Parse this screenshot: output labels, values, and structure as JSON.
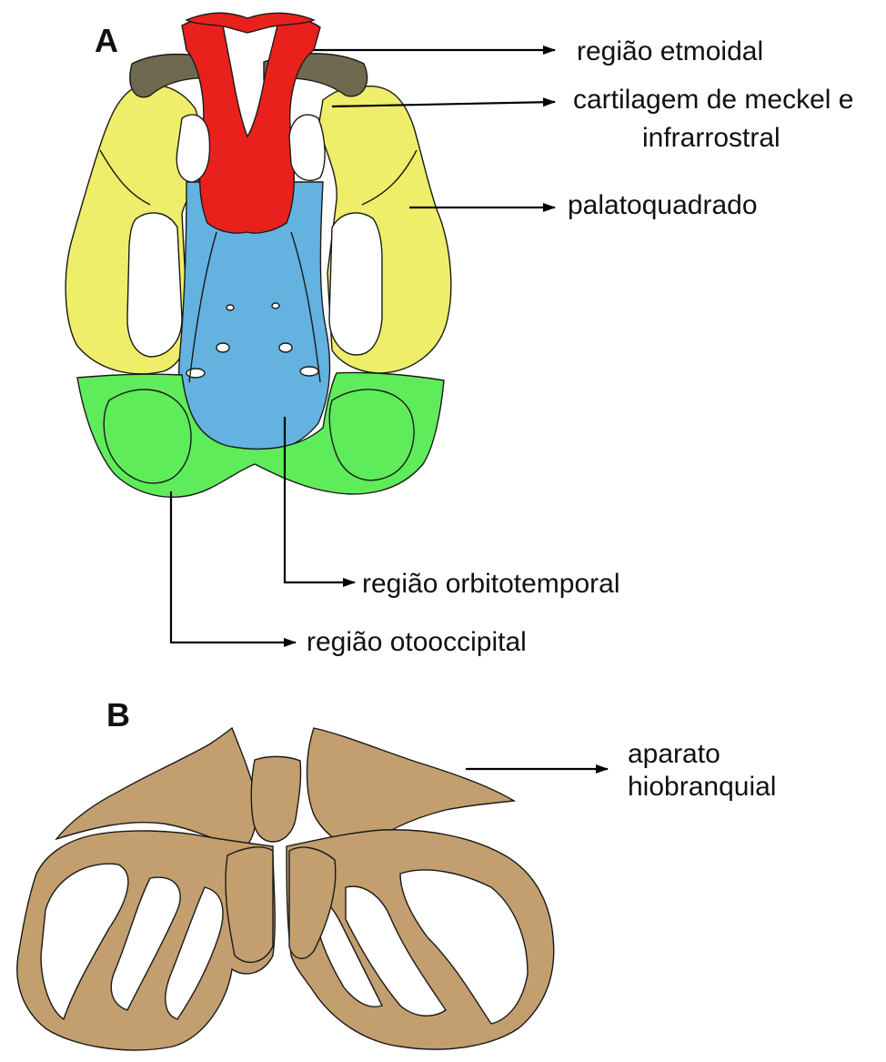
{
  "panels": {
    "a": "A",
    "b": "B"
  },
  "labels": {
    "etmoidal": "região etmoidal",
    "meckel_line1": "cartilagem de meckel e",
    "meckel_line2": "infrarrostral",
    "palatoquadrado": "palatoquadrado",
    "orbitotemporal": "região orbitotemporal",
    "otooccipital": "região otooccipital",
    "hiobranquial_line1": "aparato",
    "hiobranquial_line2": "hiobranquial"
  },
  "colors": {
    "etmoidal": "#e8211c",
    "meckel": "#6f6a4f",
    "palatoquadrado": "#eeee6a",
    "orbitotemporal": "#64b2e0",
    "otooccipital": "#5fec5b",
    "hiobranquial": "#c39e6f",
    "outline": "#1a1a1a",
    "arrow": "#000000"
  }
}
